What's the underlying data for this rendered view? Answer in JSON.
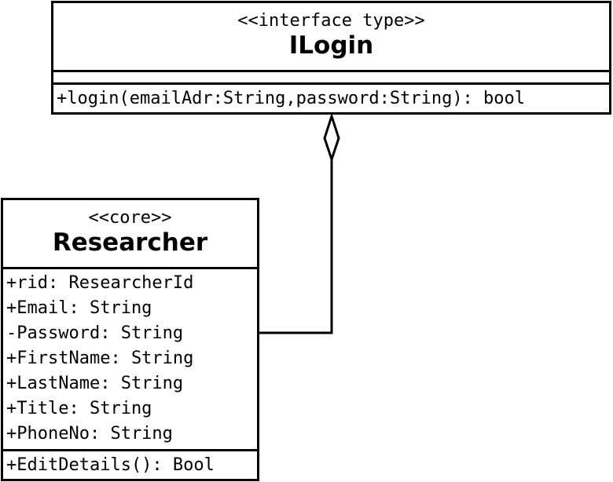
{
  "interface_class": {
    "stereotype": "<<interface type>>",
    "name": "ILogin",
    "attributes": [],
    "operations": [
      "+login(emailAdr:String,password:String): bool"
    ]
  },
  "core_class": {
    "stereotype": "<<core>>",
    "name": "Researcher",
    "attributes": [
      "+rid: ResearcherId",
      "+Email: String",
      "-Password: String",
      "+FirstName: String",
      "+LastName: String",
      "+Title: String",
      "+PhoneNo: String"
    ],
    "operations": [
      "+EditDetails(): Bool"
    ]
  },
  "relationship": {
    "type": "aggregation",
    "from": "Researcher",
    "to": "ILogin"
  }
}
